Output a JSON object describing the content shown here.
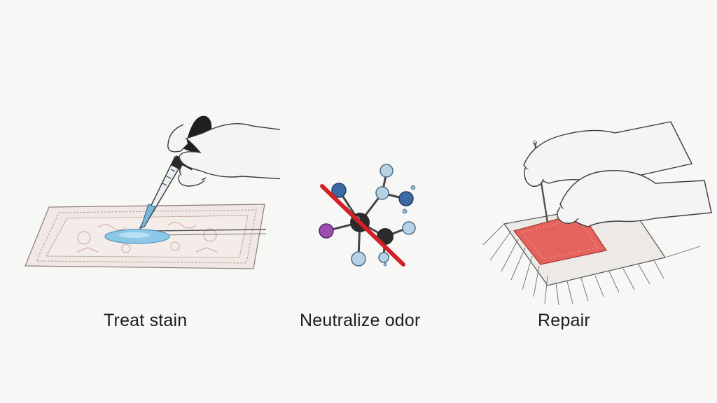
{
  "steps": [
    {
      "label": "Treat stain",
      "icon": "dropper-on-rug-icon"
    },
    {
      "label": "Neutralize odor",
      "icon": "crossed-out-molecule-icon"
    },
    {
      "label": "Repair",
      "icon": "needle-repair-rug-icon"
    }
  ],
  "colors": {
    "background": "#f7f7f6",
    "stain": "#8cc8e8",
    "repair_patch": "#e4564f",
    "strike": "#d31f26",
    "atom_blue": "#3d6aa3",
    "atom_purple": "#9a4fb0",
    "atom_gray": "#b7d2e4",
    "atom_dark": "#2b2b2b"
  }
}
